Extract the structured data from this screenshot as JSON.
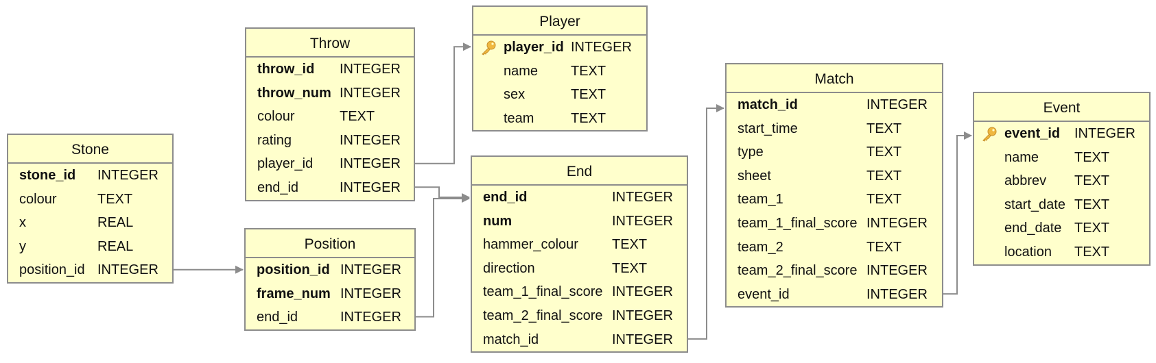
{
  "diagram": {
    "tables": [
      {
        "name": "Stone",
        "fields": [
          {
            "name": "stone_id",
            "type": "INTEGER",
            "pk": true
          },
          {
            "name": "colour",
            "type": "TEXT"
          },
          {
            "name": "x",
            "type": "REAL"
          },
          {
            "name": "y",
            "type": "REAL"
          },
          {
            "name": "position_id",
            "type": "INTEGER"
          }
        ]
      },
      {
        "name": "Throw",
        "fields": [
          {
            "name": "throw_id",
            "type": "INTEGER",
            "pk": true
          },
          {
            "name": "throw_num",
            "type": "INTEGER",
            "pk": true
          },
          {
            "name": "colour",
            "type": "TEXT"
          },
          {
            "name": "rating",
            "type": "INTEGER"
          },
          {
            "name": "player_id",
            "type": "INTEGER"
          },
          {
            "name": "end_id",
            "type": "INTEGER"
          }
        ]
      },
      {
        "name": "Position",
        "fields": [
          {
            "name": "position_id",
            "type": "INTEGER",
            "pk": true
          },
          {
            "name": "frame_num",
            "type": "INTEGER",
            "pk": true
          },
          {
            "name": "end_id",
            "type": "INTEGER"
          }
        ]
      },
      {
        "name": "Player",
        "fields": [
          {
            "name": "player_id",
            "type": "INTEGER",
            "pk": true,
            "key_icon": true
          },
          {
            "name": "name",
            "type": "TEXT"
          },
          {
            "name": "sex",
            "type": "TEXT"
          },
          {
            "name": "team",
            "type": "TEXT"
          }
        ]
      },
      {
        "name": "End",
        "fields": [
          {
            "name": "end_id",
            "type": "INTEGER",
            "pk": true
          },
          {
            "name": "num",
            "type": "INTEGER",
            "pk": true
          },
          {
            "name": "hammer_colour",
            "type": "TEXT"
          },
          {
            "name": "direction",
            "type": "TEXT"
          },
          {
            "name": "team_1_final_score",
            "type": "INTEGER"
          },
          {
            "name": "team_2_final_score",
            "type": "INTEGER"
          },
          {
            "name": "match_id",
            "type": "INTEGER"
          }
        ]
      },
      {
        "name": "Match",
        "fields": [
          {
            "name": "match_id",
            "type": "INTEGER",
            "pk": true
          },
          {
            "name": "start_time",
            "type": "TEXT"
          },
          {
            "name": "type",
            "type": "TEXT"
          },
          {
            "name": "sheet",
            "type": "TEXT"
          },
          {
            "name": "team_1",
            "type": "TEXT"
          },
          {
            "name": "team_1_final_score",
            "type": "INTEGER"
          },
          {
            "name": "team_2",
            "type": "TEXT"
          },
          {
            "name": "team_2_final_score",
            "type": "INTEGER"
          },
          {
            "name": "event_id",
            "type": "INTEGER"
          }
        ]
      },
      {
        "name": "Event",
        "fields": [
          {
            "name": "event_id",
            "type": "INTEGER",
            "pk": true,
            "key_icon": true
          },
          {
            "name": "name",
            "type": "TEXT"
          },
          {
            "name": "abbrev",
            "type": "TEXT"
          },
          {
            "name": "start_date",
            "type": "TEXT"
          },
          {
            "name": "end_date",
            "type": "TEXT"
          },
          {
            "name": "location",
            "type": "TEXT"
          }
        ]
      }
    ],
    "relationships": [
      {
        "from_table": "Stone",
        "from_field": "position_id",
        "to_table": "Position"
      },
      {
        "from_table": "Throw",
        "from_field": "player_id",
        "to_table": "Player"
      },
      {
        "from_table": "Throw",
        "from_field": "end_id",
        "to_table": "End"
      },
      {
        "from_table": "Position",
        "from_field": "end_id",
        "to_table": "End"
      },
      {
        "from_table": "End",
        "from_field": "match_id",
        "to_table": "Match"
      },
      {
        "from_table": "Match",
        "from_field": "event_id",
        "to_table": "Event"
      }
    ],
    "colors": {
      "box_fill": "#ffffcc",
      "box_border": "#8c8c8c",
      "edge": "#8c8c8c",
      "key_icon": "#f0b840"
    }
  }
}
